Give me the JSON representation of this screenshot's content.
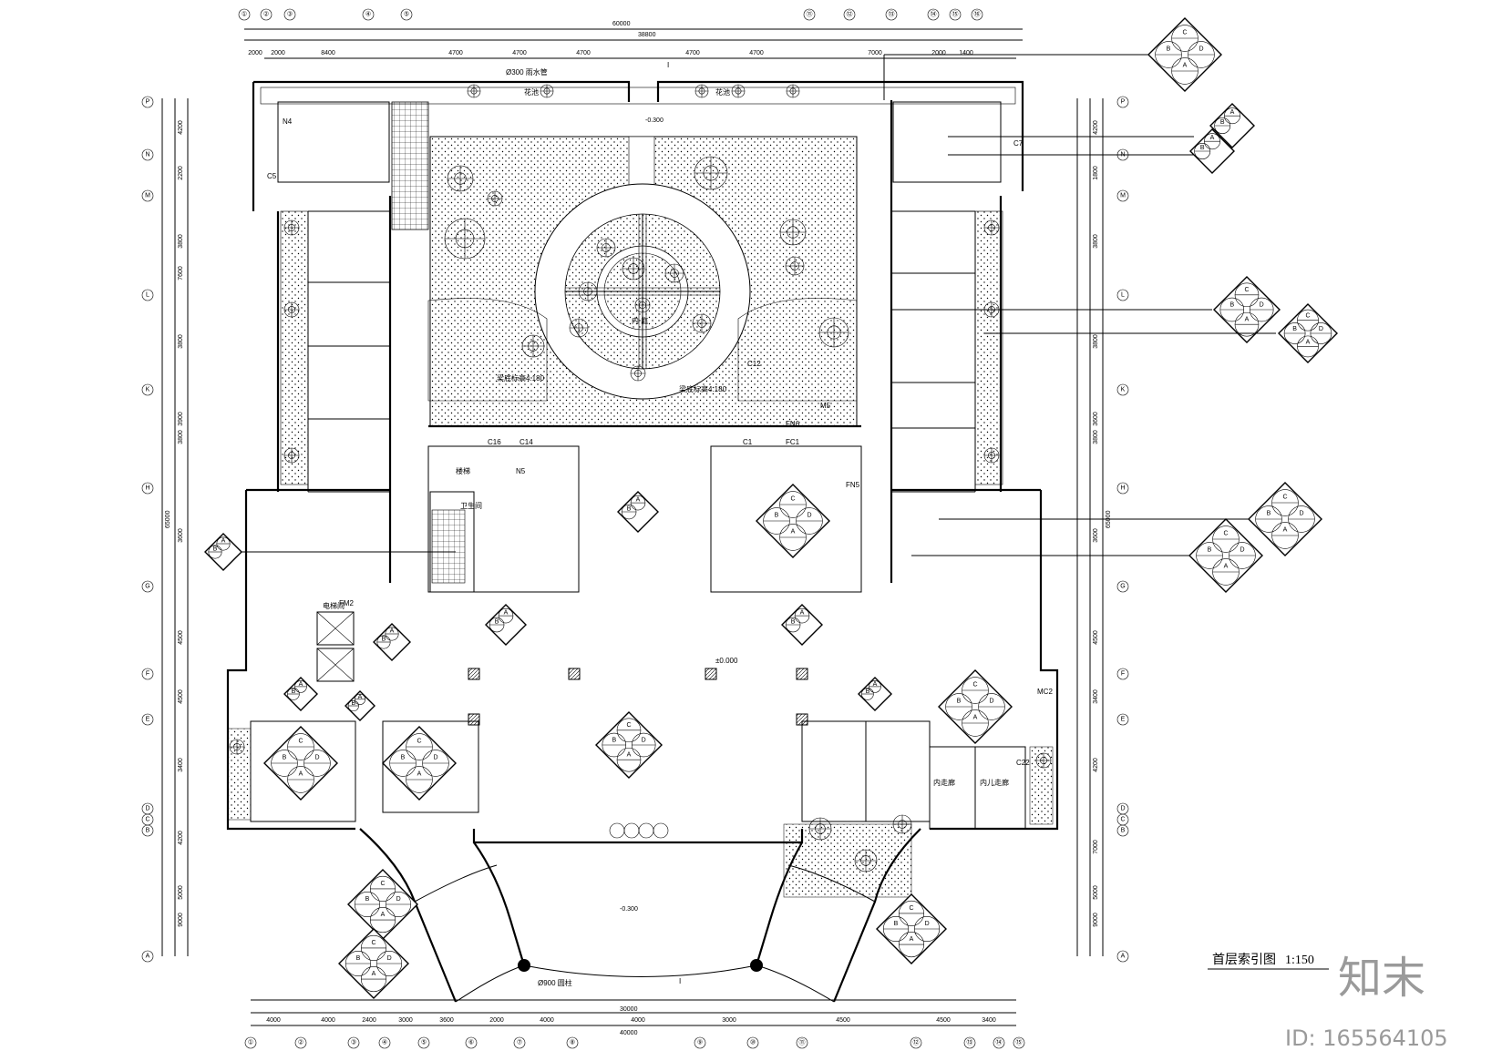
{
  "drawing": {
    "title": "首层索引图",
    "scale": "1:150"
  },
  "watermark": {
    "logo_text": "知末",
    "id_text": "ID: 165564105"
  },
  "dimensions": {
    "top_total": "60000",
    "top_sub": "38800",
    "bottom_total": "40000",
    "bottom_mid": "30000",
    "top_row": [
      "2000",
      "2000",
      "8400",
      "4700",
      "4700",
      "4700",
      "4700",
      "4700",
      "7000",
      "2000",
      "1400"
    ],
    "bottom_row": [
      "4000",
      "4000",
      "2400",
      "3000",
      "3600",
      "2000",
      "4000",
      "4000",
      "3000",
      "4500",
      "4500",
      "3400"
    ],
    "left_col": [
      "4200",
      "2200",
      "3800",
      "3800",
      "3800",
      "3600",
      "4500",
      "4500",
      "3400",
      "4200",
      "5000",
      "9000",
      "7600",
      "3900"
    ],
    "right_col": [
      "4200",
      "1800",
      "3800",
      "3800",
      "3800",
      "3600",
      "4500",
      "3400",
      "4200",
      "7000",
      "5000",
      "9000",
      "3600"
    ],
    "overall_side": "65000"
  },
  "axes": {
    "top": [
      "①",
      "②",
      "③",
      "④",
      "⑤",
      "⑪",
      "⑫",
      "⑬",
      "⑭",
      "⑮",
      "⑯"
    ],
    "bottom": [
      "①",
      "②",
      "③",
      "④",
      "⑤",
      "⑥",
      "⑦",
      "⑧",
      "⑨",
      "⑩",
      "⑪",
      "⑫",
      "⑬",
      "⑭",
      "⑮"
    ],
    "left": [
      "P",
      "N",
      "M",
      "L",
      "K",
      "H",
      "G",
      "F",
      "E",
      "D",
      "C",
      "B",
      "A"
    ],
    "right": [
      "P",
      "N",
      "M",
      "L",
      "K",
      "H",
      "G",
      "F",
      "E",
      "D",
      "C",
      "B",
      "A"
    ]
  },
  "labels": {
    "pipe_top": "Ø300 雨水管",
    "pipe_bottom": "Ø900 圆柱",
    "courtyard": "内 庭",
    "toilet": "卫生间",
    "elevator": "电梯间",
    "stair": "楼梯",
    "elev_main": "±0.000",
    "elev_court": "-0.300",
    "elev_out": "-0.300",
    "room_a": "内走廊",
    "room_b": "内儿走廊",
    "c12": "C12",
    "c14": "C14",
    "c16": "C16",
    "c1": "C1",
    "fn5": "FN5",
    "fn6": "FN6",
    "mc2": "MC2",
    "c22": "C22",
    "c7": "C7",
    "c5": "C5",
    "n4": "N4",
    "n5": "N5",
    "m5": "M5",
    "fc1": "FC1",
    "fm2": "FM2",
    "mark_a": "A",
    "mark_b": "B",
    "mark_c": "C",
    "mark_d": "D",
    "section_i": "I",
    "beam_note": "梁底标高4.180",
    "beam_note2": "梁底标高4.180",
    "flower": "花池",
    "plant_bed": "花池"
  }
}
